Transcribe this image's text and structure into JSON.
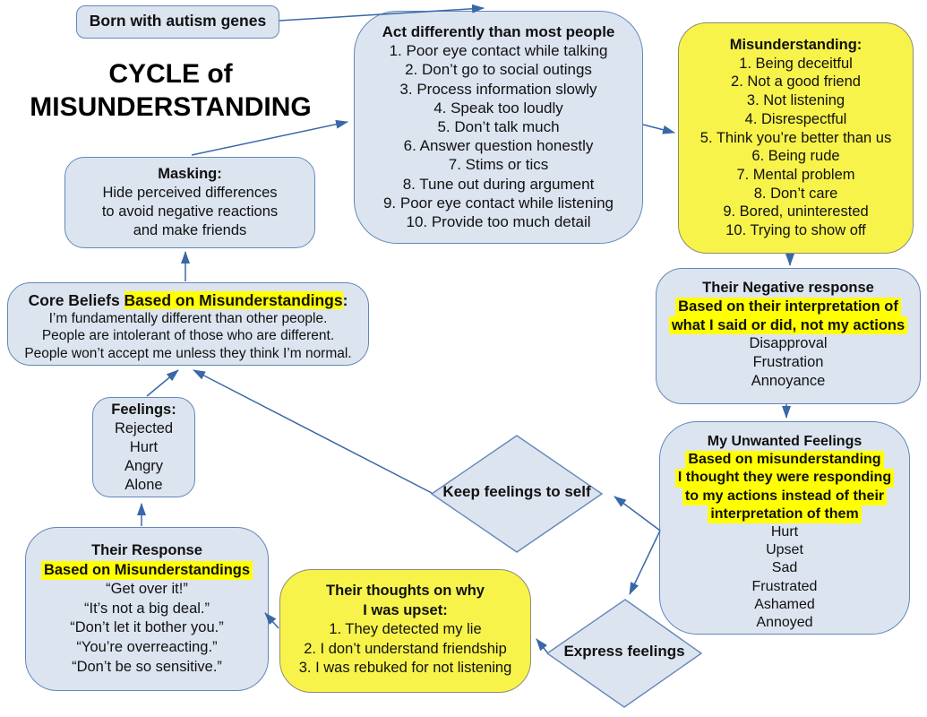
{
  "colors": {
    "background": "#ffffff",
    "box_fill": "#dce4f0",
    "box_border": "#6288ba",
    "yellow_fill": "#f7f34b",
    "yellow_border": "#8c8c74",
    "highlight": "#ffff00",
    "arrow": "#3a67a8",
    "text": "#111111"
  },
  "title": {
    "line1": "CYCLE of",
    "line2": "MISUNDERSTANDING"
  },
  "nodes": {
    "born": {
      "label": "Born with autism genes"
    },
    "act": {
      "title": "Act differently than most people",
      "items": [
        "1. Poor eye contact while talking",
        "2. Don’t go to social outings",
        "3. Process information slowly",
        "4. Speak too loudly",
        "5. Don’t talk much",
        "6. Answer question honestly",
        "7. Stims or tics",
        "8. Tune out during argument",
        "9. Poor eye contact while listening",
        "10. Provide too much detail"
      ]
    },
    "misunderstanding": {
      "title": "Misunderstanding:",
      "items": [
        "1. Being deceitful",
        "2. Not a good friend",
        "3. Not listening",
        "4. Disrespectful",
        "5. Think you’re better than us",
        "6. Being rude",
        "7. Mental problem",
        "8. Don’t care",
        "9. Bored, uninterested",
        "10. Trying to show off"
      ]
    },
    "masking": {
      "title": "Masking:",
      "lines": [
        "Hide perceived differences",
        "to avoid negative reactions",
        "and make friends"
      ]
    },
    "core_beliefs": {
      "title_prefix": "Core Beliefs ",
      "title_highlight": "Based on Misunderstandings",
      "title_suffix": ":",
      "lines": [
        "I’m fundamentally different than other people.",
        "People are intolerant of those who are different.",
        "People won’t accept me unless they think I’m normal."
      ]
    },
    "negative_response": {
      "title": "Their Negative response",
      "highlight_lines": [
        "Based on their interpretation of",
        "what I said or did, not my actions"
      ],
      "items": [
        "Disapproval",
        "Frustration",
        "Annoyance"
      ]
    },
    "unwanted_feelings": {
      "title": "My Unwanted Feelings",
      "highlight_lines": [
        "Based on misunderstanding",
        "I thought they were responding",
        "to my actions instead of their",
        "interpretation of them"
      ],
      "items": [
        "Hurt",
        "Upset",
        "Sad",
        "Frustrated",
        "Ashamed",
        "Annoyed"
      ]
    },
    "feelings": {
      "title": "Feelings:",
      "items": [
        "Rejected",
        "Hurt",
        "Angry",
        "Alone"
      ]
    },
    "keep_feelings": {
      "label": "Keep feelings to self"
    },
    "their_response": {
      "title": "Their Response",
      "highlight": "Based on Misunderstandings",
      "items": [
        "“Get over it!”",
        "“It’s not a big deal.”",
        "“Don’t let it bother you.”",
        "“You’re overreacting.”",
        "“Don’t be so sensitive.”"
      ]
    },
    "their_thoughts": {
      "title_lines": [
        "Their thoughts on why",
        "I was upset:"
      ],
      "items": [
        "1. They detected my lie",
        "2. I don’t understand friendship",
        "3. I was rebuked for not listening"
      ]
    },
    "express_feelings": {
      "label": "Express feelings"
    }
  }
}
